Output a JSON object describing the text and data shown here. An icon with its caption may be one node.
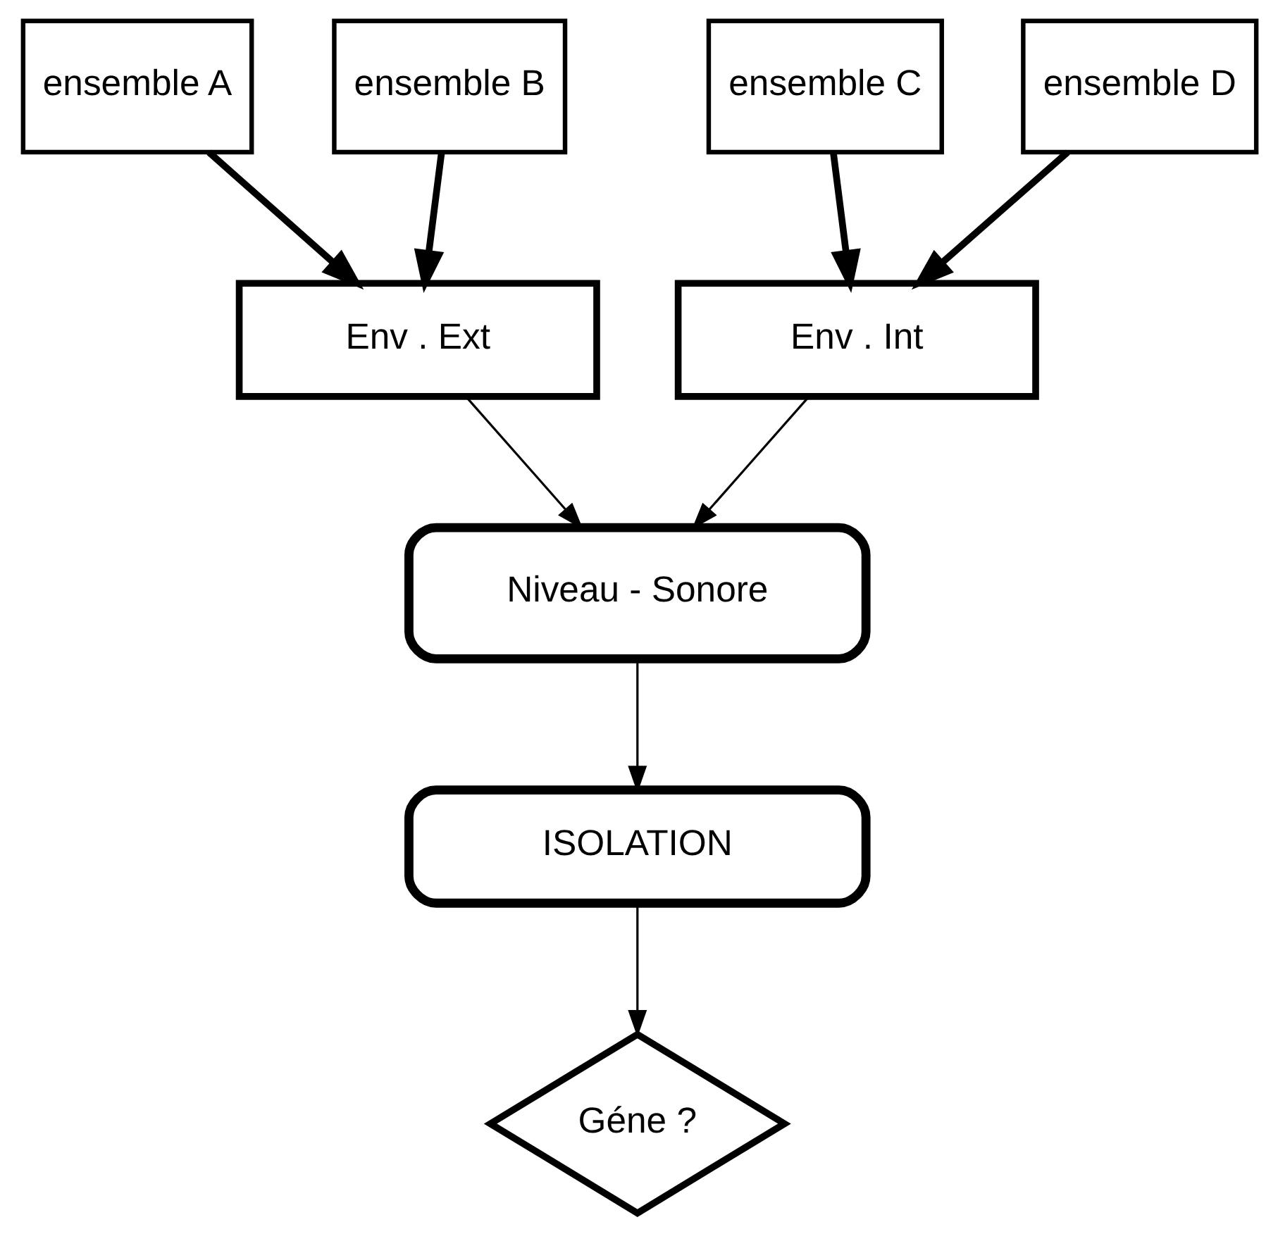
{
  "diagram": {
    "nodes": [
      {
        "text": [
          "ensemble A"
        ]
      },
      {
        "text": [
          "ensemble B"
        ]
      },
      {
        "text": [
          "ensemble C"
        ]
      },
      {
        "text": [
          "ensemble D"
        ]
      },
      {
        "text": [
          "Env . Ext"
        ]
      },
      {
        "text": [
          "Env . Int"
        ]
      },
      {
        "text": [
          "Niveau - Sonore"
        ]
      },
      {
        "text": [
          "ISOLATION"
        ]
      },
      {
        "text": [
          "Géne ?"
        ]
      }
    ],
    "edges": [
      {
        "from": 0,
        "to": 4,
        "arrow": "to",
        "style": "thick"
      },
      {
        "from": 1,
        "to": 4,
        "arrow": "to",
        "style": "thick"
      },
      {
        "from": 2,
        "to": 5,
        "arrow": "to",
        "style": "thick"
      },
      {
        "from": 3,
        "to": 5,
        "arrow": "to",
        "style": "thick"
      },
      {
        "from": 4,
        "to": 6,
        "arrow": "to"
      },
      {
        "from": 5,
        "to": 6,
        "arrow": "to"
      },
      {
        "from": 6,
        "to": 7,
        "arrow": "to"
      },
      {
        "from": 7,
        "to": 8,
        "arrow": "to"
      }
    ]
  }
}
